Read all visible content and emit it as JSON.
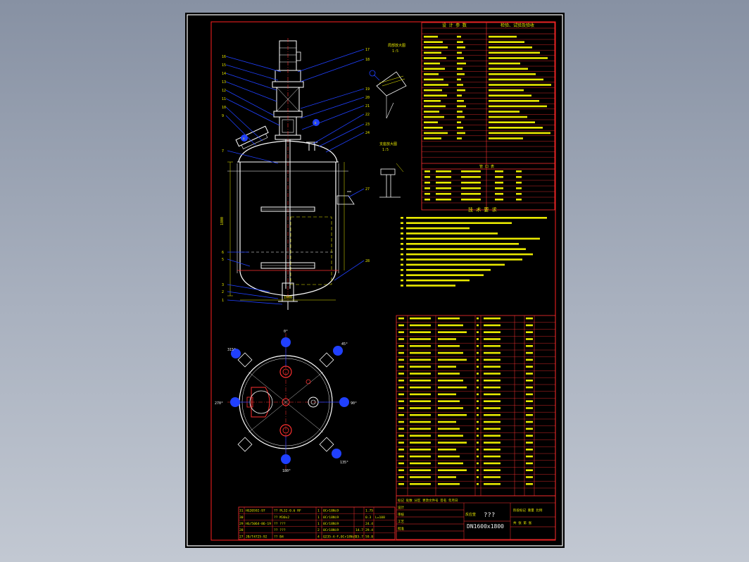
{
  "drawing": {
    "title_symbol": "???",
    "spec": "DN1600x1800",
    "header_design_data": "设 计 参 数",
    "header_tech_requirements": "技 术 要 求",
    "orientation_angles": {
      "top": "0°",
      "top_right": "45°",
      "left": "270°",
      "left_upper": "315°",
      "right": "90°",
      "bottom_right": "135°",
      "bottom": "180°"
    },
    "bottom_ref_table": {
      "rows": [
        {
          "no": "31",
          "std": "HG20592-97",
          "name": "?? PL32-0.6 RF",
          "qty": "1",
          "mat": "0Cr18Ni9",
          "w1": "",
          "w2": "1.75",
          "note": ""
        },
        {
          "no": "30",
          "std": "",
          "name": "?? M30x2",
          "qty": "1",
          "mat": "0Cr18Ni9",
          "w1": "",
          "w2": "0.3",
          "note": "L=108"
        },
        {
          "no": "29",
          "std": "HG/5064-86-19",
          "name": "?? ???",
          "qty": "1",
          "mat": "0Cr18Ni9",
          "w1": "",
          "w2": "24.4",
          "note": ""
        },
        {
          "no": "28",
          "std": "",
          "name": "??  ???",
          "qty": "2",
          "mat": "0Cr18Ni9",
          "w1": "14.7",
          "w2": "29.4",
          "note": ""
        },
        {
          "no": "27",
          "std": "JB/T4725-92",
          "name": "?? B4",
          "qty": "4",
          "mat": "Q235-A·F,0Cr18Ni9",
          "w1": "15.7",
          "w2": "59.8",
          "note": ""
        }
      ]
    }
  }
}
